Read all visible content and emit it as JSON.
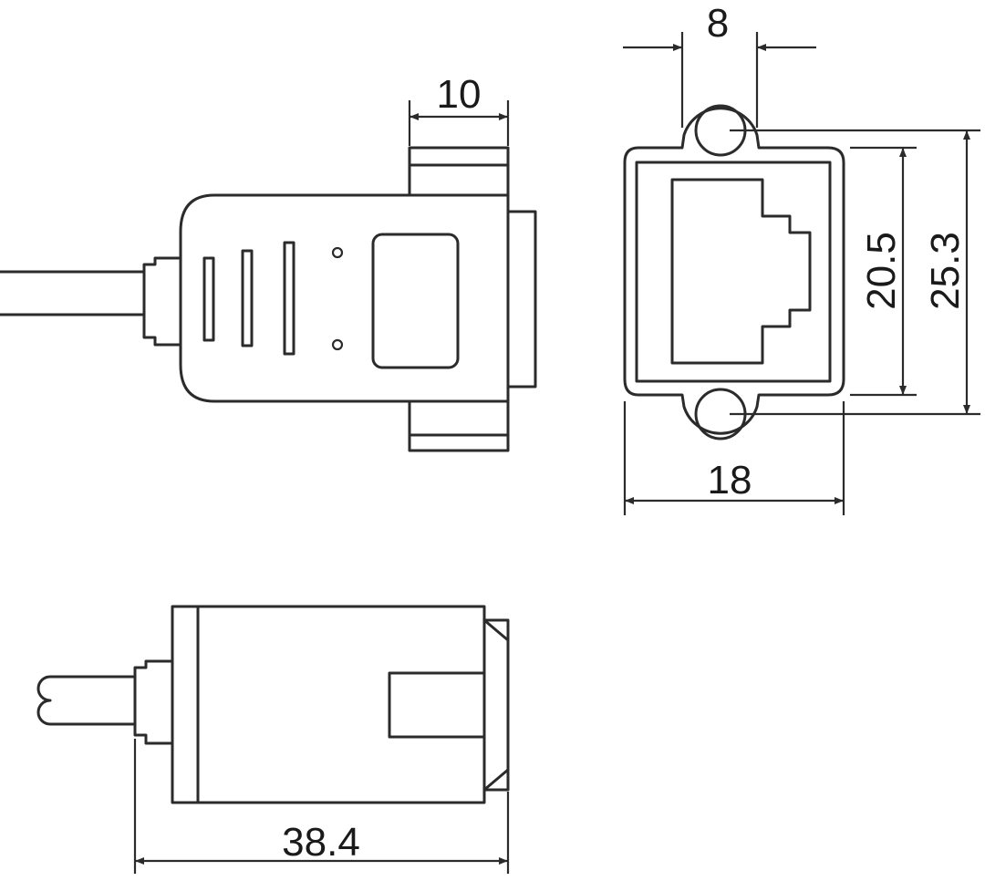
{
  "dimensions": {
    "top_width": "8",
    "flange_width": "10",
    "inner_height": "20.5",
    "outer_height": "25.3",
    "front_width": "18",
    "overall_length": "38.4"
  },
  "line_color": "#2b2b2b"
}
